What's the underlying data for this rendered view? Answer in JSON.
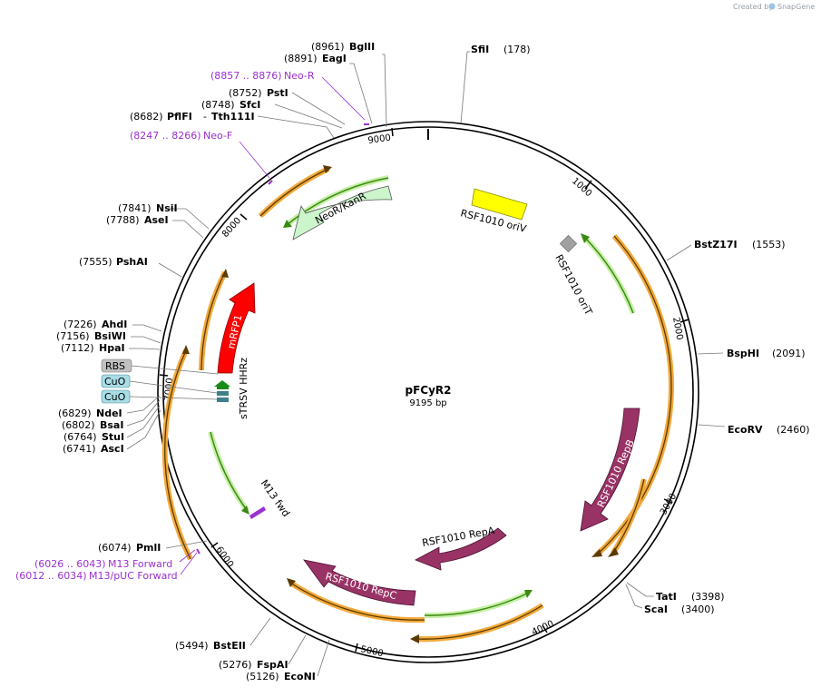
{
  "credit": {
    "prefix": "Created by",
    "brand": "SnapGene"
  },
  "plasmid": {
    "name": "pFCyR2",
    "size_label": "9195 bp"
  },
  "ticks": [
    "1000",
    "2000",
    "3000",
    "4000",
    "5000",
    "6000",
    "7000",
    "8000",
    "9000"
  ],
  "sites": [
    {
      "pos": "(8961)",
      "name": "BglII"
    },
    {
      "pos": "(8891)",
      "name": "EagI"
    },
    {
      "pos": "(8752)",
      "name": "PstI"
    },
    {
      "pos": "(8748)",
      "name": "SfcI"
    },
    {
      "pos": "(8682)",
      "name": "PflFI",
      "name2": "Tth111I"
    },
    {
      "pos": "(7841)",
      "name": "NsiI"
    },
    {
      "pos": "(7788)",
      "name": "AseI"
    },
    {
      "pos": "(7555)",
      "name": "PshAI"
    },
    {
      "pos": "(7226)",
      "name": "AhdI"
    },
    {
      "pos": "(7156)",
      "name": "BsiWI"
    },
    {
      "pos": "(7112)",
      "name": "HpaI"
    },
    {
      "pos": "(6829)",
      "name": "NdeI"
    },
    {
      "pos": "(6802)",
      "name": "BsaI"
    },
    {
      "pos": "(6764)",
      "name": "StuI"
    },
    {
      "pos": "(6741)",
      "name": "AscI"
    },
    {
      "pos": "(6074)",
      "name": "PmlI"
    },
    {
      "pos": "(5494)",
      "name": "BstEII"
    },
    {
      "pos": "(5276)",
      "name": "FspAI"
    },
    {
      "pos": "(5126)",
      "name": "EcoNI"
    },
    {
      "pos": "(178)",
      "name": "SfiI"
    },
    {
      "pos": "(1553)",
      "name": "BstZ17I"
    },
    {
      "pos": "(2091)",
      "name": "BspHI"
    },
    {
      "pos": "(2460)",
      "name": "EcoRV"
    },
    {
      "pos": "(3398)",
      "name": "TatI"
    },
    {
      "pos": "(3400)",
      "name": "ScaI"
    }
  ],
  "primers": [
    {
      "range": "(8857 .. 8876)",
      "name": "Neo-R"
    },
    {
      "range": "(8247 .. 8266)",
      "name": "Neo-F"
    },
    {
      "range": "(6026 .. 6043)",
      "name": "M13 Forward"
    },
    {
      "range": "(6012 .. 6034)",
      "name": "M13/pUC Forward"
    }
  ],
  "features": {
    "neo": "NeoR/KanR",
    "oriv": "RSF1010 oriV",
    "orit": "RSF1010 oriT",
    "mrfp": "mRFP1",
    "hhrz": "sTRSV HHRz",
    "repb": "RSF1010 RepB",
    "repa": "RSF1010 RepA",
    "repc": "RSF1010 RepC",
    "m13": "M13 fwd",
    "rbs": "RBS",
    "cuo1": "CuO",
    "cuo2": "CuO"
  },
  "colors": {
    "orf": "#f2a93b",
    "green": "#61c01e",
    "neo": "#ccf5cc",
    "oriv": "#ffff00",
    "mrfp": "#ff0000",
    "rep": "#993366",
    "primer": "#9b30d0",
    "rbs": "#c0c0c0",
    "cuo": "#a8dde6",
    "ori_t": "#a0a0a0"
  }
}
